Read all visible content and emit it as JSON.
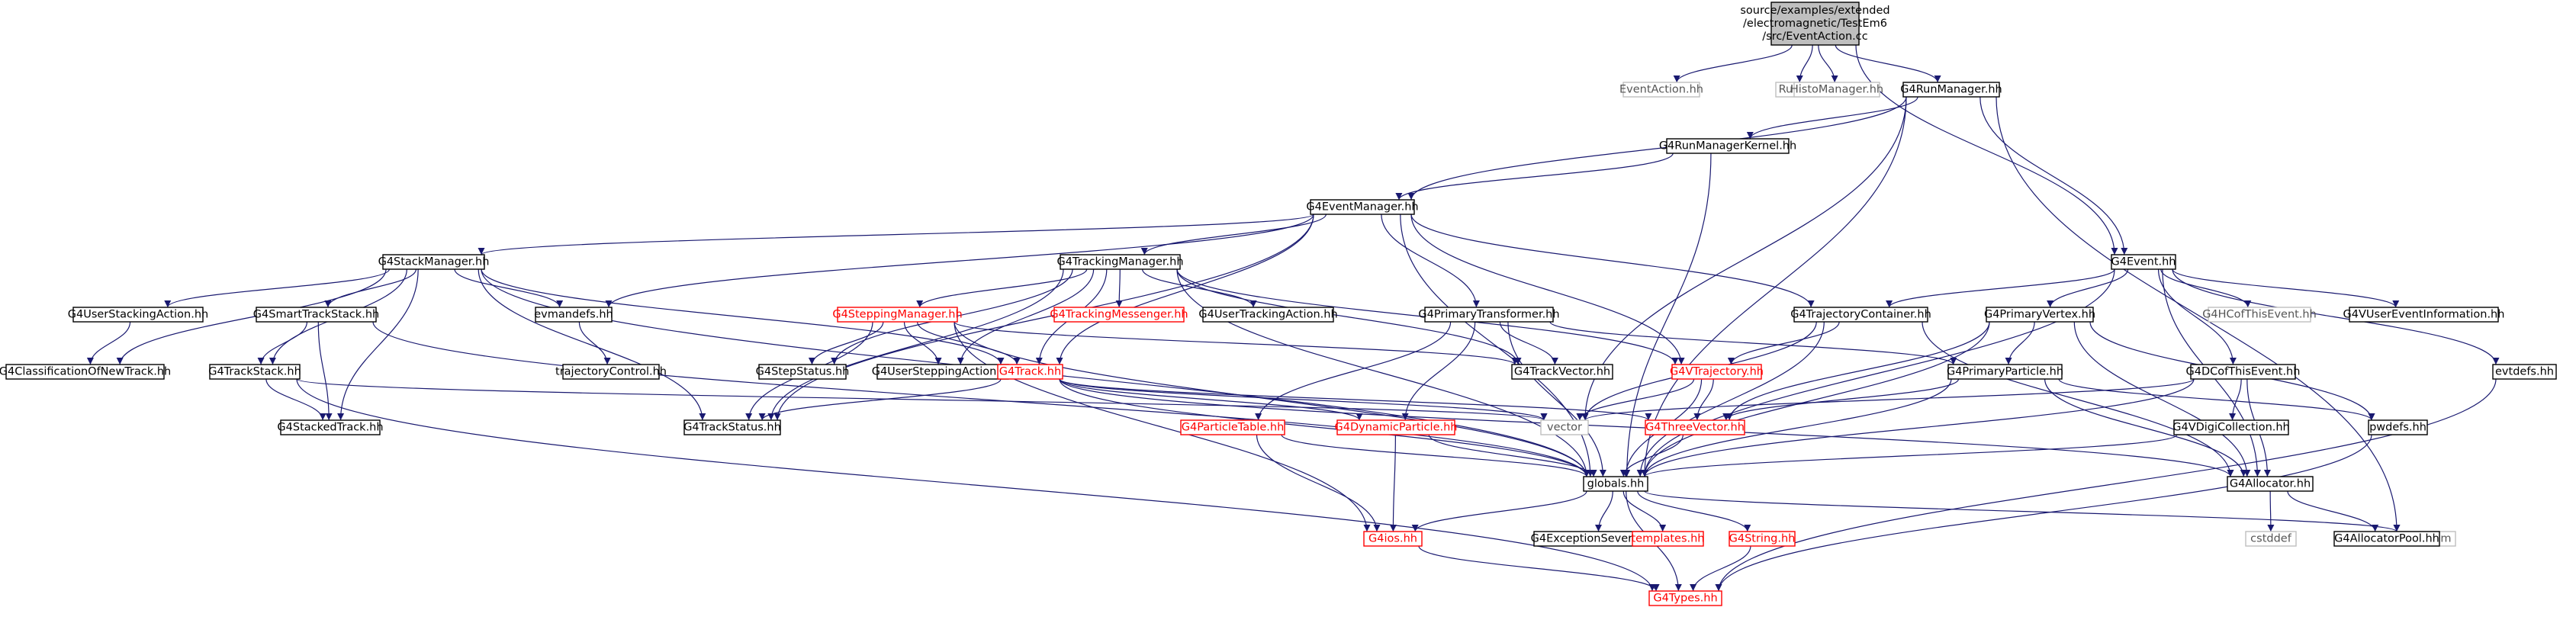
{
  "colors": {
    "edge": "#191970",
    "red": "#ff0000",
    "focus_fill": "#bfbfbf",
    "ext_border": "#bfbfbf"
  },
  "nodes": {
    "root": {
      "label": "source/examples/extended\n/electromagnetic/TestEm6\n/src/EventAction.cc",
      "style": "focus"
    },
    "eah": {
      "label": "EventAction.hh",
      "style": "ext"
    },
    "runhh": {
      "label": "Run.hh",
      "style": "ext"
    },
    "histo": {
      "label": "HistoManager.hh",
      "style": "ext"
    },
    "runmgr": {
      "label": "G4RunManager.hh",
      "style": "normal"
    },
    "rmk": {
      "label": "G4RunManagerKernel.hh",
      "style": "normal"
    },
    "evmgr": {
      "label": "G4EventManager.hh",
      "style": "normal"
    },
    "stackmgr": {
      "label": "G4StackManager.hh",
      "style": "normal"
    },
    "trackmgr": {
      "label": "G4TrackingManager.hh",
      "style": "normal"
    },
    "event": {
      "label": "G4Event.hh",
      "style": "normal"
    },
    "usa": {
      "label": "G4UserStackingAction.hh",
      "style": "normal"
    },
    "sts": {
      "label": "G4SmartTrackStack.hh",
      "style": "normal"
    },
    "evmandefs": {
      "label": "evmandefs.hh",
      "style": "normal"
    },
    "stepmgr": {
      "label": "G4SteppingManager.hh",
      "style": "red"
    },
    "trkmsg": {
      "label": "G4TrackingMessenger.hh",
      "style": "red"
    },
    "uta": {
      "label": "G4UserTrackingAction.hh",
      "style": "normal"
    },
    "ptrans": {
      "label": "G4PrimaryTransformer.hh",
      "style": "normal"
    },
    "trajcont": {
      "label": "G4TrajectoryContainer.hh",
      "style": "normal"
    },
    "primvtx": {
      "label": "G4PrimaryVertex.hh",
      "style": "normal"
    },
    "hcote": {
      "label": "G4HCofThisEvent.hh",
      "style": "ext"
    },
    "vuei": {
      "label": "G4VUserEventInformation.hh",
      "style": "normal"
    },
    "cnt": {
      "label": "G4ClassificationOfNewTrack.hh",
      "style": "normal"
    },
    "tstack": {
      "label": "G4TrackStack.hh",
      "style": "normal"
    },
    "trajctl": {
      "label": "trajectoryControl.hh",
      "style": "normal"
    },
    "stepstat": {
      "label": "G4StepStatus.hh",
      "style": "normal"
    },
    "usta": {
      "label": "G4UserSteppingAction.hh",
      "style": "normal"
    },
    "track": {
      "label": "G4Track.hh",
      "style": "red"
    },
    "tvec": {
      "label": "G4TrackVector.hh",
      "style": "normal"
    },
    "vtraj": {
      "label": "G4VTrajectory.hh",
      "style": "red"
    },
    "pp": {
      "label": "G4PrimaryParticle.hh",
      "style": "normal"
    },
    "dcote": {
      "label": "G4DCofThisEvent.hh",
      "style": "normal"
    },
    "evtdefs": {
      "label": "evtdefs.hh",
      "style": "normal"
    },
    "stacked": {
      "label": "G4StackedTrack.hh",
      "style": "normal"
    },
    "tstatus": {
      "label": "G4TrackStatus.hh",
      "style": "normal"
    },
    "ptable": {
      "label": "G4ParticleTable.hh",
      "style": "red"
    },
    "dynp": {
      "label": "G4DynamicParticle.hh",
      "style": "red"
    },
    "vector": {
      "label": "vector",
      "style": "ext"
    },
    "threev": {
      "label": "G4ThreeVector.hh",
      "style": "red"
    },
    "vdc": {
      "label": "G4VDigiCollection.hh",
      "style": "normal"
    },
    "pwdefs": {
      "label": "pwdefs.hh",
      "style": "normal"
    },
    "globals": {
      "label": "globals.hh",
      "style": "normal"
    },
    "alloc": {
      "label": "G4Allocator.hh",
      "style": "normal"
    },
    "g4ios": {
      "label": "G4ios.hh",
      "style": "red"
    },
    "exsev": {
      "label": "G4ExceptionSeverity.hh",
      "style": "normal"
    },
    "templ": {
      "label": "templates.hh",
      "style": "red"
    },
    "g4str": {
      "label": "G4String.hh",
      "style": "red"
    },
    "algo": {
      "label": "algorithm",
      "style": "ext"
    },
    "cstddef": {
      "label": "cstddef",
      "style": "ext"
    },
    "apool": {
      "label": "G4AllocatorPool.hh",
      "style": "normal"
    },
    "types": {
      "label": "G4Types.hh",
      "style": "red"
    }
  },
  "edges": [
    [
      "root",
      "eah"
    ],
    [
      "root",
      "runhh"
    ],
    [
      "root",
      "histo"
    ],
    [
      "root",
      "runmgr"
    ],
    [
      "root",
      "event"
    ],
    [
      "runmgr",
      "rmk"
    ],
    [
      "runmgr",
      "evmgr"
    ],
    [
      "runmgr",
      "event"
    ],
    [
      "runmgr",
      "vector"
    ],
    [
      "runmgr",
      "globals"
    ],
    [
      "runmgr",
      "algo"
    ],
    [
      "rmk",
      "evmgr"
    ],
    [
      "rmk",
      "globals"
    ],
    [
      "evmgr",
      "stackmgr"
    ],
    [
      "evmgr",
      "trackmgr"
    ],
    [
      "evmgr",
      "evmandefs"
    ],
    [
      "evmgr",
      "ptrans"
    ],
    [
      "evmgr",
      "trajcont"
    ],
    [
      "evmgr",
      "vtraj"
    ],
    [
      "evmgr",
      "track"
    ],
    [
      "evmgr",
      "tstatus"
    ],
    [
      "evmgr",
      "globals"
    ],
    [
      "stackmgr",
      "usa"
    ],
    [
      "stackmgr",
      "sts"
    ],
    [
      "stackmgr",
      "evmandefs"
    ],
    [
      "stackmgr",
      "cnt"
    ],
    [
      "stackmgr",
      "tstack"
    ],
    [
      "stackmgr",
      "stacked"
    ],
    [
      "stackmgr",
      "track"
    ],
    [
      "stackmgr",
      "tstatus"
    ],
    [
      "stackmgr",
      "globals"
    ],
    [
      "trackmgr",
      "stepmgr"
    ],
    [
      "trackmgr",
      "trkmsg"
    ],
    [
      "trackmgr",
      "uta"
    ],
    [
      "trackmgr",
      "track"
    ],
    [
      "trackmgr",
      "tvec"
    ],
    [
      "trackmgr",
      "vtraj"
    ],
    [
      "trackmgr",
      "stepstat"
    ],
    [
      "trackmgr",
      "usta"
    ],
    [
      "trackmgr",
      "tstatus"
    ],
    [
      "trackmgr",
      "globals"
    ],
    [
      "usa",
      "cnt"
    ],
    [
      "sts",
      "tstack"
    ],
    [
      "sts",
      "stacked"
    ],
    [
      "sts",
      "globals"
    ],
    [
      "evmandefs",
      "trajctl"
    ],
    [
      "stepmgr",
      "stepstat"
    ],
    [
      "stepmgr",
      "usta"
    ],
    [
      "stepmgr",
      "track"
    ],
    [
      "stepmgr",
      "tvec"
    ],
    [
      "stepmgr",
      "tstatus"
    ],
    [
      "stepmgr",
      "globals"
    ],
    [
      "stepmgr",
      "g4ios"
    ],
    [
      "ptrans",
      "tvec"
    ],
    [
      "ptrans",
      "dynp"
    ],
    [
      "ptrans",
      "ptable"
    ],
    [
      "ptrans",
      "pp"
    ],
    [
      "ptrans",
      "globals"
    ],
    [
      "trajcont",
      "vtraj"
    ],
    [
      "trajcont",
      "vector"
    ],
    [
      "trajcont",
      "globals"
    ],
    [
      "trajcont",
      "alloc"
    ],
    [
      "event",
      "trajcont"
    ],
    [
      "event",
      "primvtx"
    ],
    [
      "event",
      "hcote"
    ],
    [
      "event",
      "vuei"
    ],
    [
      "event",
      "dcote"
    ],
    [
      "event",
      "evtdefs"
    ],
    [
      "event",
      "globals"
    ],
    [
      "event",
      "alloc"
    ],
    [
      "primvtx",
      "pp"
    ],
    [
      "primvtx",
      "threev"
    ],
    [
      "primvtx",
      "globals"
    ],
    [
      "primvtx",
      "alloc"
    ],
    [
      "primvtx",
      "pwdefs"
    ],
    [
      "tstack",
      "stacked"
    ],
    [
      "tstack",
      "vector"
    ],
    [
      "tstack",
      "types"
    ],
    [
      "track",
      "tstatus"
    ],
    [
      "track",
      "dynp"
    ],
    [
      "track",
      "threev"
    ],
    [
      "track",
      "vector"
    ],
    [
      "track",
      "globals"
    ],
    [
      "track",
      "alloc"
    ],
    [
      "vtraj",
      "vector"
    ],
    [
      "vtraj",
      "threev"
    ],
    [
      "vtraj",
      "globals"
    ],
    [
      "pp",
      "threev"
    ],
    [
      "pp",
      "globals"
    ],
    [
      "pp",
      "alloc"
    ],
    [
      "pp",
      "pwdefs"
    ],
    [
      "dcote",
      "vdc"
    ],
    [
      "dcote",
      "vector"
    ],
    [
      "dcote",
      "globals"
    ],
    [
      "dcote",
      "alloc"
    ],
    [
      "evtdefs",
      "types"
    ],
    [
      "ptable",
      "globals"
    ],
    [
      "ptable",
      "g4ios"
    ],
    [
      "dynp",
      "globals"
    ],
    [
      "dynp",
      "g4ios"
    ],
    [
      "threev",
      "globals"
    ],
    [
      "vdc",
      "globals"
    ],
    [
      "pwdefs",
      "types"
    ],
    [
      "globals",
      "g4ios"
    ],
    [
      "globals",
      "exsev"
    ],
    [
      "globals",
      "templ"
    ],
    [
      "globals",
      "g4str"
    ],
    [
      "globals",
      "algo"
    ],
    [
      "globals",
      "types"
    ],
    [
      "alloc",
      "cstddef"
    ],
    [
      "alloc",
      "apool"
    ],
    [
      "g4ios",
      "types"
    ],
    [
      "g4str",
      "types"
    ]
  ]
}
